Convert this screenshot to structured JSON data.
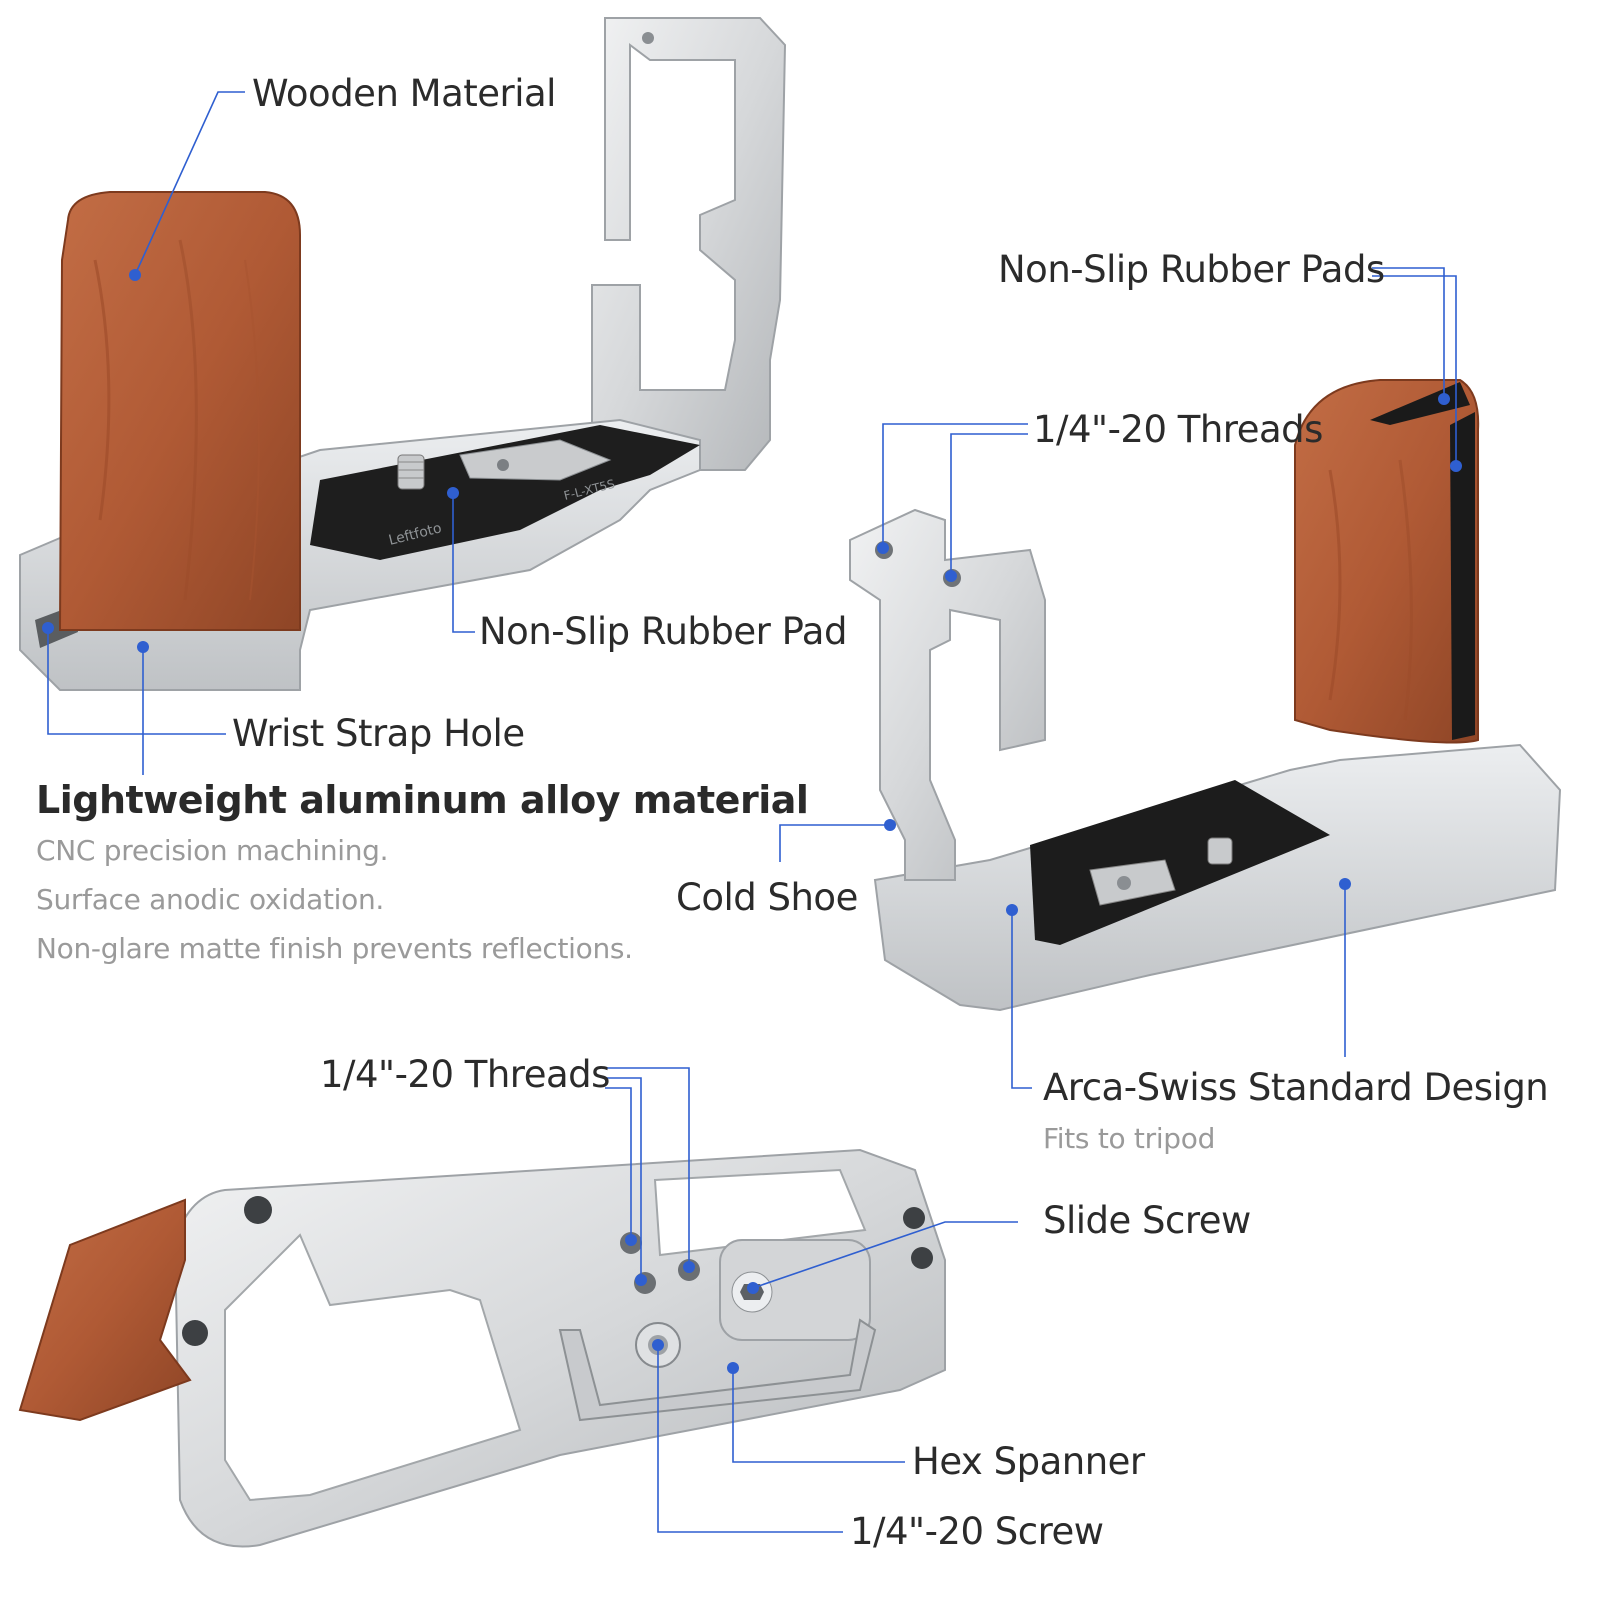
{
  "callouts": {
    "wooden_material": "Wooden Material",
    "non_slip_rubber_pad": "Non-Slip Rubber Pad",
    "wrist_strap_hole": "Wrist Strap Hole",
    "lightweight_material": "Lightweight aluminum alloy material",
    "non_slip_rubber_pads": "Non-Slip Rubber Pads",
    "threads_right": "1/4\"-20 Threads",
    "cold_shoe": "Cold Shoe",
    "arca_swiss": "Arca-Swiss Standard Design",
    "threads_bottom": "1/4\"-20 Threads",
    "slide_screw": "Slide Screw",
    "hex_spanner": "Hex Spanner",
    "screw": "1/4\"-20 Screw"
  },
  "notes": {
    "cnc": "CNC precision machining.",
    "anodic": "Surface anodic oxidation.",
    "matte": "Non-glare matte finish prevents reflections.",
    "fits_tripod": "Fits to tripod"
  },
  "engraving": {
    "brand": "Leftfoto",
    "model": "F-L-XT5S"
  },
  "colors": {
    "leader": "#2f5fd0",
    "dot": "#2f5fd0",
    "wood": "#b4603a",
    "wood_dark": "#8e4526",
    "metal": "#d9dbdd",
    "metal_dark": "#a7abae",
    "rubber": "#1c1c1c"
  }
}
